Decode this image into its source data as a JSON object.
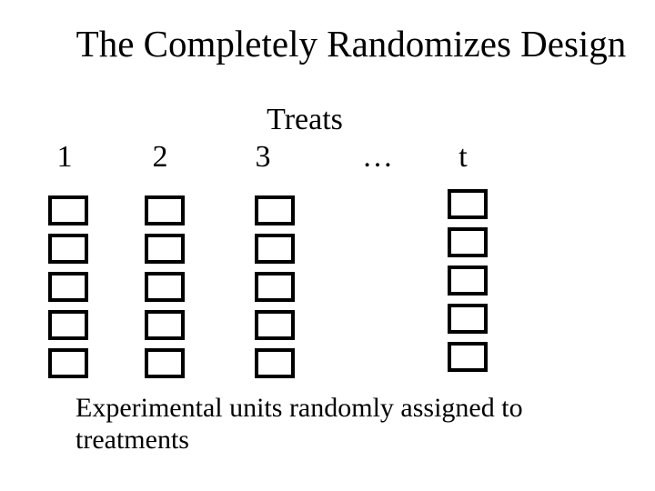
{
  "slide": {
    "title": "The Completely Randomizes Design",
    "treatments_header": "Treats",
    "columns": [
      {
        "label": "1",
        "box_count": 5
      },
      {
        "label": "2",
        "box_count": 5
      },
      {
        "label": "3",
        "box_count": 5
      },
      {
        "label": "…",
        "box_count": 0
      },
      {
        "label": "t",
        "box_count": 5
      }
    ],
    "caption_lines": [
      "Experimental units randomly assigned to",
      "treatments"
    ],
    "colors": {
      "background": "#ffffff",
      "text": "#000000",
      "box_border": "#000000"
    }
  }
}
